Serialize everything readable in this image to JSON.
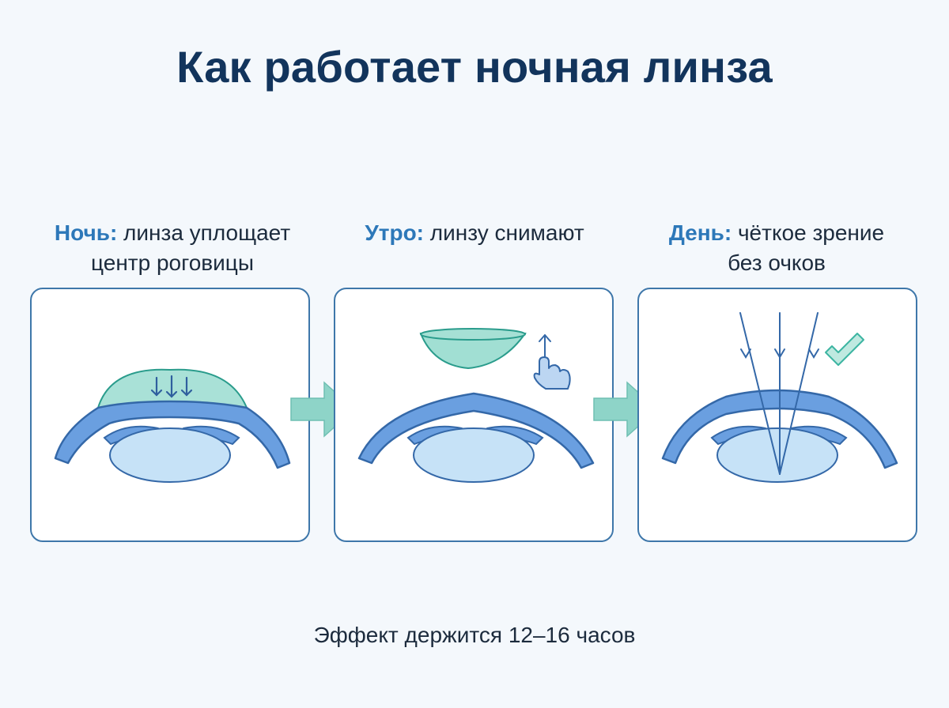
{
  "title": "Как работает ночная линза",
  "steps": [
    {
      "label": "Ночь:",
      "text_line1": "линза уплощает",
      "text_line2": "центр роговицы"
    },
    {
      "label": "Утро:",
      "text_line1": "линзу снимают",
      "text_line2": ""
    },
    {
      "label": "День:",
      "text_line1": "чёткое зрение",
      "text_line2": "без очков"
    }
  ],
  "footer": "Эффект держится 12–16 часов",
  "colors": {
    "title": "#12345c",
    "label": "#2d78b9",
    "cornea_fill": "#6a9fe0",
    "outline": "#3468a8",
    "lens_fill": "#63c9b6",
    "lens_outline": "#2a9c8c",
    "pupil_fill": "#c6e2f7",
    "arrow_fill": "#8ed4c8",
    "check": "#3db5a2"
  },
  "icons": {
    "compress": "down-arrows-icon",
    "lift": "hand-pointer-up-icon",
    "transition": "right-arrow-icon",
    "success": "checkmark-icon"
  }
}
